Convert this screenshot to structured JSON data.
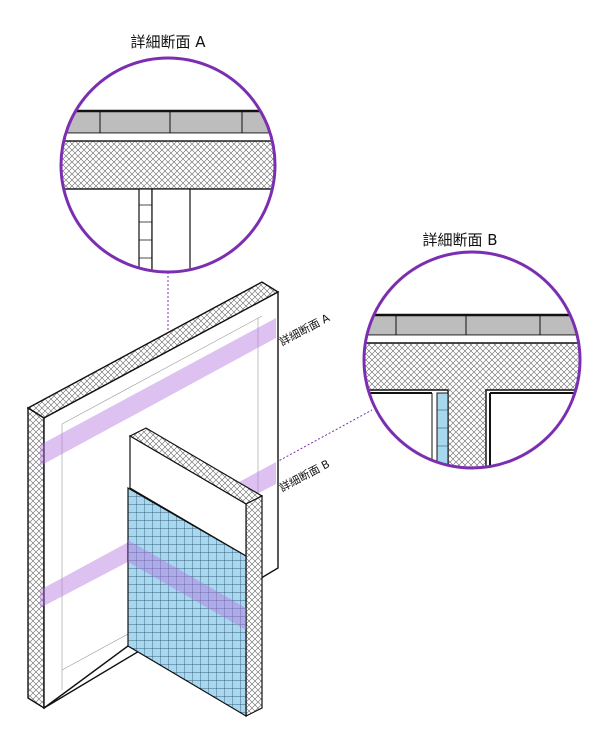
{
  "labels": {
    "detail_a_title": "詳細断面 A",
    "detail_b_title": "詳細断面 B",
    "section_a_tag": "詳細断面 A",
    "section_b_tag": "詳細断面 B"
  },
  "colors": {
    "callout_circle": "#7B2FB0",
    "section_plane": "#B478E0",
    "tile": "#A8D8F0",
    "line": "#111111",
    "grey": "#BDBDBD"
  }
}
